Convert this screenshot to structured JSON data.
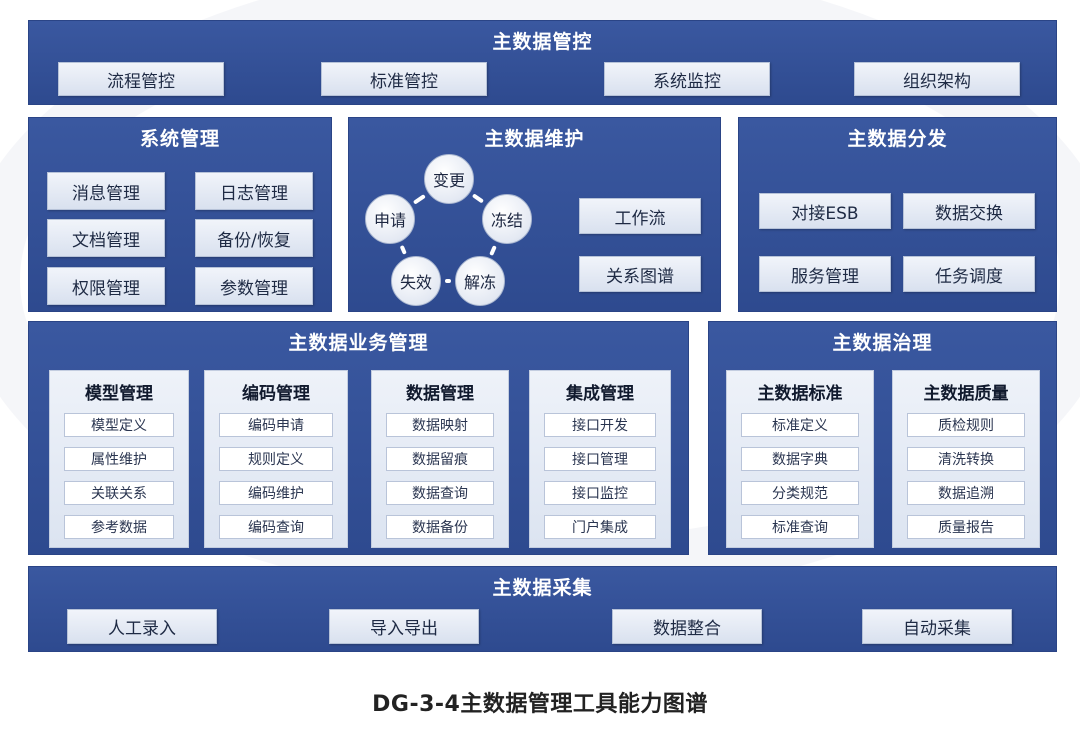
{
  "control": {
    "title": "主数据管控",
    "items": [
      "流程管控",
      "标准管控",
      "系统监控",
      "组织架构"
    ]
  },
  "system_mgmt": {
    "title": "系统管理",
    "items": [
      "消息管理",
      "日志管理",
      "文档管理",
      "备份/恢复",
      "权限管理",
      "参数管理"
    ]
  },
  "maintenance": {
    "title": "主数据维护",
    "cycle": [
      "变更",
      "冻结",
      "解冻",
      "失效",
      "申请"
    ],
    "items": [
      "工作流",
      "关系图谱"
    ]
  },
  "distribution": {
    "title": "主数据分发",
    "items": [
      "对接ESB",
      "数据交换",
      "服务管理",
      "任务调度"
    ]
  },
  "business_mgmt": {
    "title": "主数据业务管理",
    "columns": [
      {
        "title": "模型管理",
        "items": [
          "模型定义",
          "属性维护",
          "关联关系",
          "参考数据"
        ]
      },
      {
        "title": "编码管理",
        "items": [
          "编码申请",
          "规则定义",
          "编码维护",
          "编码查询"
        ]
      },
      {
        "title": "数据管理",
        "items": [
          "数据映射",
          "数据留痕",
          "数据查询",
          "数据备份"
        ]
      },
      {
        "title": "集成管理",
        "items": [
          "接口开发",
          "接口管理",
          "接口监控",
          "门户集成"
        ]
      }
    ]
  },
  "governance": {
    "title": "主数据治理",
    "columns": [
      {
        "title": "主数据标准",
        "items": [
          "标准定义",
          "数据字典",
          "分类规范",
          "标准查询"
        ]
      },
      {
        "title": "主数据质量",
        "items": [
          "质检规则",
          "清洗转换",
          "数据追溯",
          "质量报告"
        ]
      }
    ]
  },
  "collection": {
    "title": "主数据采集",
    "items": [
      "人工录入",
      "导入导出",
      "数据整合",
      "自动采集"
    ]
  },
  "caption": "DG-3-4主数据管理工具能力图谱"
}
